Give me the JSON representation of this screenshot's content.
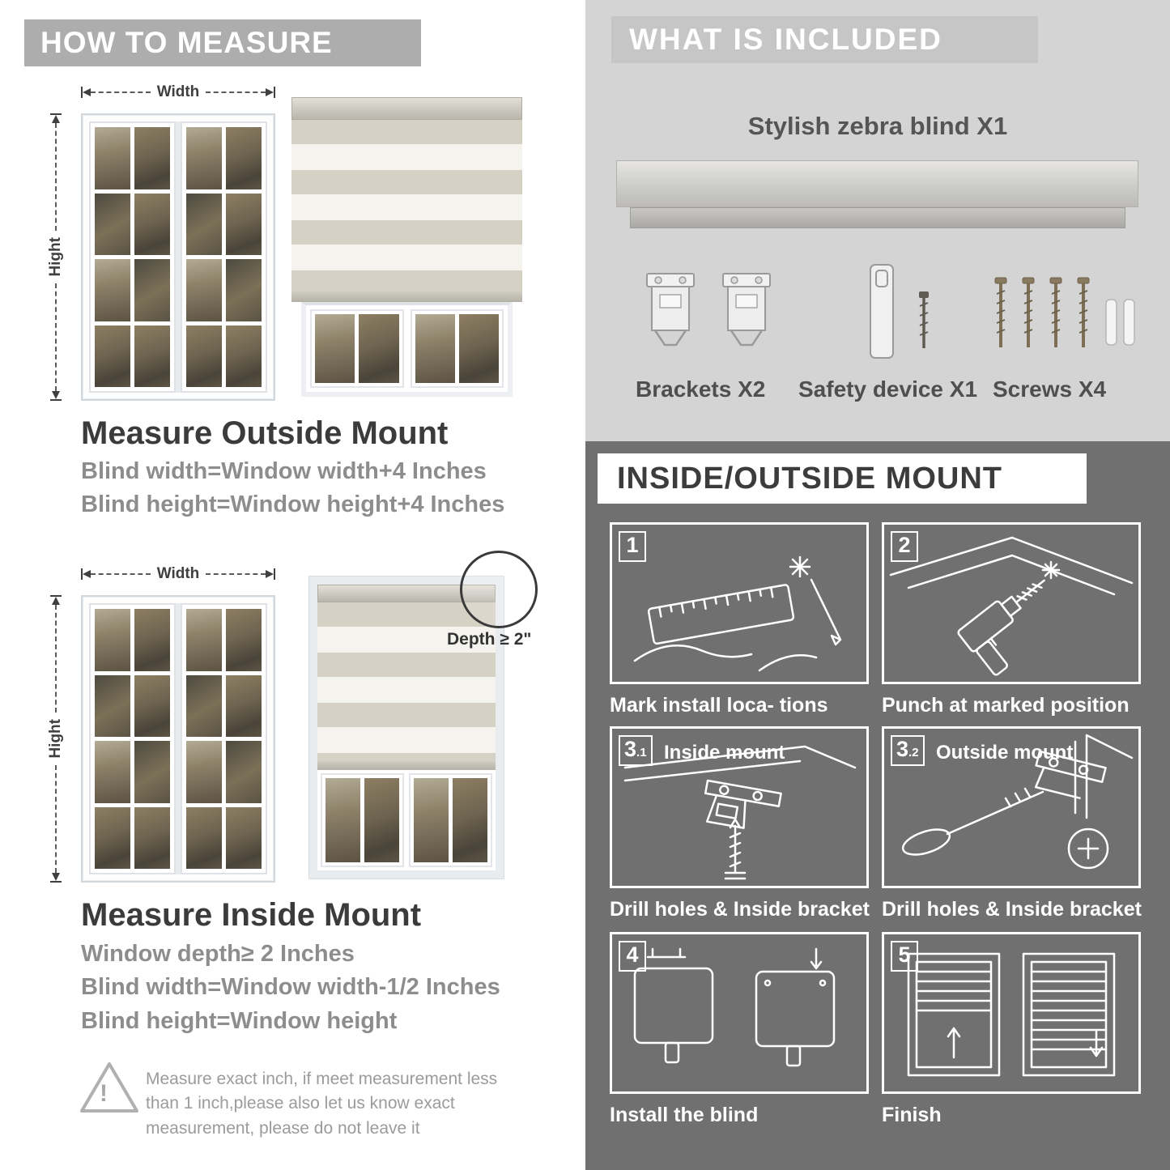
{
  "left": {
    "banner": "HOW TO MEASURE",
    "outside": {
      "width_label": "Width",
      "height_label": "Hight",
      "title": "Measure Outside Mount",
      "formulas": [
        "Blind width=Window width+4 Inches",
        "Blind height=Window height+4 Inches"
      ]
    },
    "inside": {
      "width_label": "Width",
      "height_label": "Hight",
      "depth_callout": "Depth ≥ 2\"",
      "title": "Measure Inside Mount",
      "formulas": [
        "Window depth≥ 2 Inches",
        "Blind width=Window width-1/2 Inches",
        "Blind height=Window height"
      ]
    },
    "warning": {
      "mark": "!",
      "text": "Measure exact inch, if meet measurement less than 1 inch,please also let us know exact measurement, please do not leave it"
    }
  },
  "right": {
    "included": {
      "header": "WHAT IS INCLUDED",
      "product": "Stylish zebra blind X1",
      "items": [
        {
          "label": "Brackets X2"
        },
        {
          "label": "Safety device X1"
        },
        {
          "label": "Screws X4"
        }
      ]
    },
    "mount": {
      "header": "INSIDE/OUTSIDE MOUNT",
      "steps": [
        {
          "num": "1",
          "sub": "",
          "title": "",
          "caption": "Mark install loca- tions"
        },
        {
          "num": "2",
          "sub": "",
          "title": "",
          "caption": "Punch at marked position"
        },
        {
          "num": "3",
          "sub": ".1",
          "title": "Inside mount",
          "caption": "Drill holes & Inside bracket"
        },
        {
          "num": "3",
          "sub": ".2",
          "title": "Outside mount",
          "caption": "Drill holes & Inside bracket"
        },
        {
          "num": "4",
          "sub": "",
          "title": "",
          "caption": "Install the blind"
        },
        {
          "num": "5",
          "sub": "",
          "title": "",
          "caption": "Finish"
        }
      ]
    }
  },
  "colors": {
    "banner_gray": "#adadad",
    "included_bg": "#d4d4d4",
    "mount_bg": "#707070",
    "heading": "#3b3b3b",
    "subtext": "#8d8d8d",
    "fabric_beige": "#d5d1c5"
  }
}
